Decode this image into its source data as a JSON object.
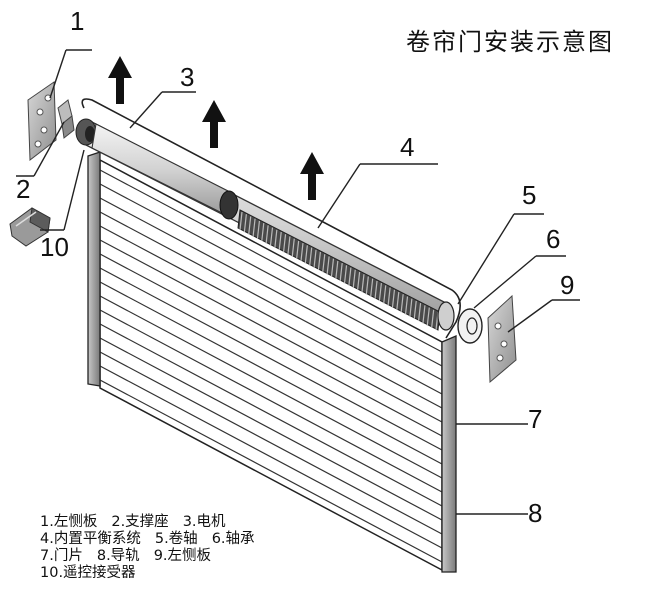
{
  "title": "卷帘门安装示意图",
  "callouts": [
    "1",
    "2",
    "3",
    "4",
    "5",
    "6",
    "7",
    "8",
    "9",
    "10"
  ],
  "legend": [
    [
      "1.左恻板",
      "2.支撑座",
      "3.电机"
    ],
    [
      "4.内置平衡系统",
      "5.卷轴",
      "6.轴承"
    ],
    [
      "7.门片",
      "8.导轨",
      "9.左恻板"
    ],
    [
      "10.遥控接受器"
    ]
  ]
}
